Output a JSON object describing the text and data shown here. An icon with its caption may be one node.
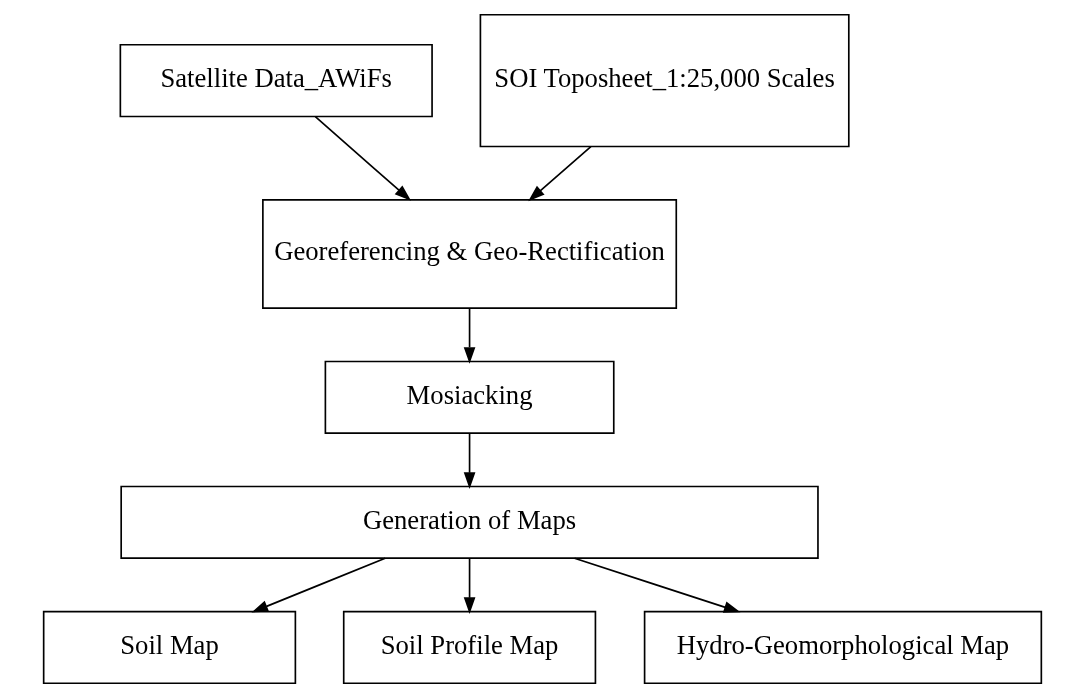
{
  "diagram": {
    "nodes": [
      {
        "text": [
          "Satellite Data_AWiFs"
        ]
      },
      {
        "text": [
          "SOI Toposheet_1:25,000 Scales"
        ]
      },
      {
        "text": [
          "Georeferencing & Geo-Rectification"
        ]
      },
      {
        "text": [
          "Mosiacking"
        ]
      },
      {
        "text": [
          "Generation of Maps"
        ]
      },
      {
        "text": [
          "Soil Map"
        ]
      },
      {
        "text": [
          "Soil Profile Map"
        ]
      },
      {
        "text": [
          "Hydro-Geomorphological Map"
        ]
      }
    ],
    "edges": [
      {
        "from": 0,
        "to": 2,
        "arrow": "to"
      },
      {
        "from": 1,
        "to": 2,
        "arrow": "to"
      },
      {
        "from": 2,
        "to": 3,
        "arrow": "to"
      },
      {
        "from": 3,
        "to": 4,
        "arrow": "to"
      },
      {
        "from": 4,
        "to": 5,
        "arrow": "to"
      },
      {
        "from": 4,
        "to": 6,
        "arrow": "to"
      },
      {
        "from": 4,
        "to": 7,
        "arrow": "to"
      }
    ]
  }
}
